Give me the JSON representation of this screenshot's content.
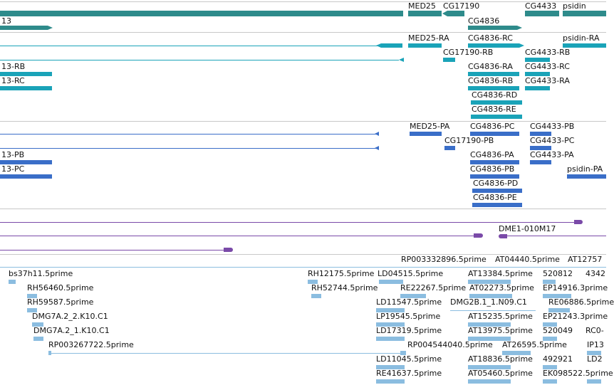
{
  "colors": {
    "gene": "#2e8b8b",
    "mrna": "#1aa3b8",
    "protein": "#3a6ec8",
    "clone": "#7a4aa8",
    "est": "#8bbde0",
    "divider": "#c8c8c8"
  },
  "genes": {
    "g13": "13",
    "med25": "MED25",
    "cg17190": "CG17190",
    "cg4433": "CG4433",
    "psidin": "psidin",
    "cg4836": "CG4836"
  },
  "transcripts": {
    "med25_ra": "MED25-RA",
    "cg4836_rc": "CG4836-RC",
    "psidin_ra": "psidin-RA",
    "cg17190_rb": "CG17190-RB",
    "cg4433_rb": "CG4433-RB",
    "g13_rb": "13-RB",
    "cg4836_ra": "CG4836-RA",
    "cg4433_rc": "CG4433-RC",
    "g13_rc": "13-RC",
    "cg4836_rb": "CG4836-RB",
    "cg4433_ra": "CG4433-RA",
    "cg4836_rd": "CG4836-RD",
    "cg4836_re": "CG4836-RE"
  },
  "proteins": {
    "med25_pa": "MED25-PA",
    "cg4836_pc": "CG4836-PC",
    "cg4433_pb": "CG4433-PB",
    "cg4433_pc": "CG4433-PC",
    "cg17190_pb": "CG17190-PB",
    "g13_pb": "13-PB",
    "cg4836_pa": "CG4836-PA",
    "cg4433_pa": "CG4433-PA",
    "psidin_pa": "psidin-PA",
    "g13_pc": "13-PC",
    "cg4836_pb": "CG4836-PB",
    "cg4836_pd": "CG4836-PD",
    "cg4836_pe": "CG4836-PE"
  },
  "clones": {
    "dme1": "DME1-010M17"
  },
  "ests": {
    "e1": "RP003332896.5prime",
    "e2": "AT04440.5prime",
    "e3": "AT12757",
    "e4": "bs37h11.5prime",
    "e5": "RH12175.5prime",
    "e6": "LD04515.5prime",
    "e7": "AT13384.5prime",
    "e8": "520812",
    "e9": "4342",
    "e10": "RH56460.5prime",
    "e11": "RH52744.5prime",
    "e12": "RE22267.5prime",
    "e13": "AT02273.5prime",
    "e14": "EP14916.3prime",
    "e15": "RH59587.5prime",
    "e16": "LD11547.5prime",
    "e17": "DMG2B.1_1.N09.C1",
    "e18": "RE06886.5prime",
    "e19": "DMG7A.2_2.K10.C1",
    "e20": "LP19545.5prime",
    "e21": "AT15235.5prime",
    "e22": "EP21243.3prime",
    "e23": "DMG7A.2_1.K10.C1",
    "e24": "LD17319.5prime",
    "e25": "AT13975.5prime",
    "e26": "520049",
    "e27": "RC0-",
    "e28": "RP003267722.5prime",
    "e29": "RP004544040.5prime",
    "e30": "AT26595.5prime",
    "e31": "IP13",
    "e32": "LD11045.5prime",
    "e33": "AT18836.5prime",
    "e34": "492921",
    "e35": "LD2",
    "e36": "RE41637.5prime",
    "e37": "AT05460.5prime",
    "e38": "EK098522.5prime"
  }
}
